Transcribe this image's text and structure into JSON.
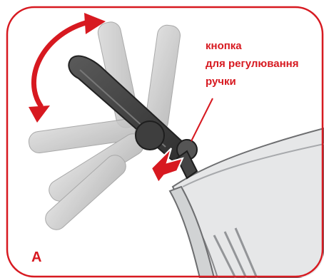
{
  "callout": {
    "line1": "кнопка",
    "line2": "для регулювання",
    "line3": "ручки"
  },
  "panel_label": "A",
  "colors": {
    "frame": "#d71920",
    "arrow": "#d71920",
    "handle": "#4a4a4a",
    "ghost_handle": "#c8c8c8",
    "seat_fabric": "#e6e7e8"
  },
  "icons": {
    "rotation": "curved-double-arrow-icon",
    "pointer": "pointer-arrow-icon"
  }
}
